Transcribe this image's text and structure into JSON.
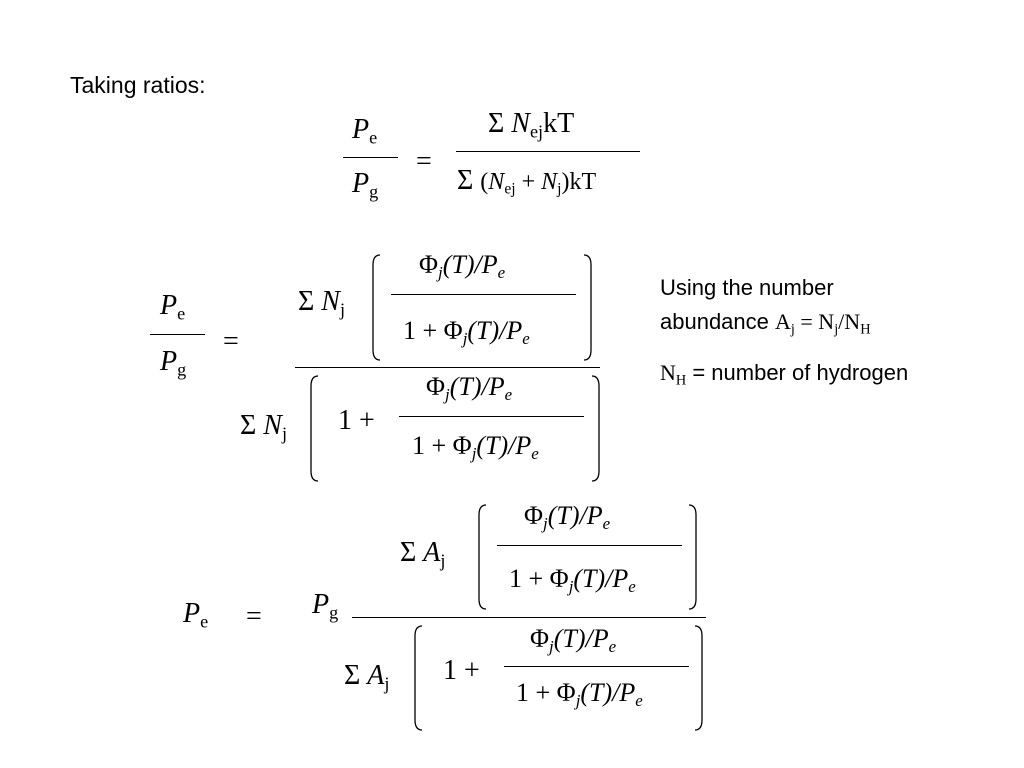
{
  "heading": "Taking ratios:",
  "sym": {
    "P": "P",
    "N": "N",
    "A": "A",
    "Phi": "Φ",
    "sigma": "Σ",
    "equals": "=",
    "plus": "+",
    "sub_e": "e",
    "sub_g": "g",
    "sub_j": "j",
    "sub_j_it": "j",
    "sub_ej": "ej",
    "kT": "kT",
    "lparen": "(",
    "rparen": ")",
    "rparen_kT": ")kT",
    "one": "1",
    "one_plus": "1 +",
    "T_over_P": "(T)/P"
  },
  "notes": {
    "line1": "Using the number",
    "line2_prefix": "abundance ",
    "A": "A",
    "sub_j": "j",
    "eq": " = ",
    "N": "N",
    "slash": "/",
    "sub_H": "H",
    "line3_suffix": " = number of hydrogen"
  }
}
